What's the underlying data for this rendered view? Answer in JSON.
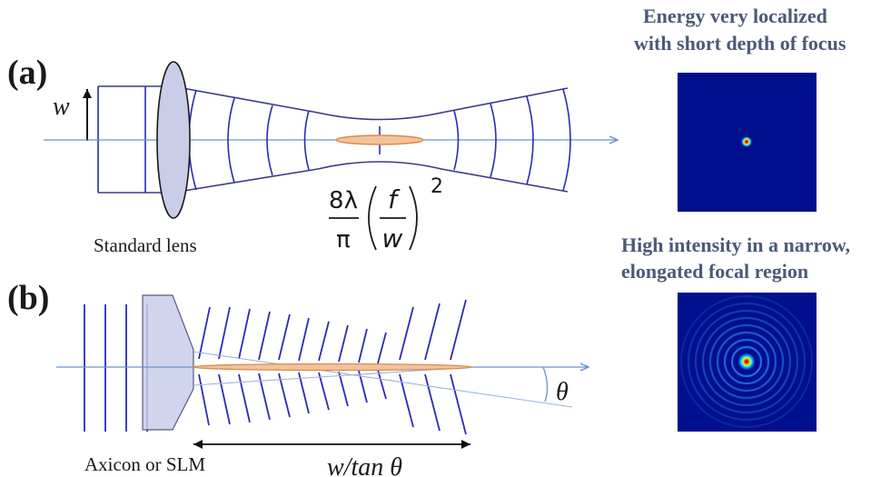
{
  "panel_a": {
    "label": "(a)",
    "width_symbol": "w",
    "lens_caption": "Standard lens",
    "formula": {
      "numerator": "8λ",
      "denominator": "π",
      "frac_top": "f",
      "frac_bottom": "w",
      "exponent": "2"
    },
    "note_line1": "Energy very localized",
    "note_line2": "with short depth of focus"
  },
  "panel_b": {
    "label": "(b)",
    "element_caption": "Axicon or SLM",
    "angle_symbol": "θ",
    "length_label": "w/tan θ",
    "note_line1": "High intensity in a narrow,",
    "note_line2": "elongated focal region"
  },
  "colors": {
    "text": "#1a1a1a",
    "note_text": "#4b5a76",
    "wavefront": "#2b2bb8",
    "beam_outline": "#3a3a8a",
    "axis": "#6a93cf",
    "focus_fill": "#f2c39a",
    "focus_stroke": "#d98a55",
    "lens_fill": "#c9cde8",
    "axicon_fill": "#c8cde9",
    "spot_background": "#000f8c"
  },
  "icons": {
    "lens": "lens-icon",
    "axicon": "axicon-icon",
    "gaussian_spot": "gaussian-spot-image",
    "bessel_spot": "bessel-spot-image"
  }
}
